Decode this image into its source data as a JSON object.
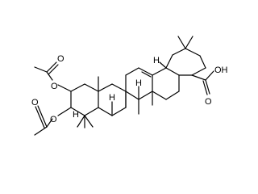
{
  "molecule": {
    "atom_labels": {
      "acetate_upper_carbonyl_o": "O",
      "acetate_upper_ester_o": "O",
      "acetate_lower_carbonyl_o": "O",
      "acetate_lower_ester_o": "O",
      "h_ring_ae": "H",
      "h_ring_b": "H",
      "h_ring_c": "H",
      "h_ring_d": "H",
      "carboxylic_oh": "OH",
      "carboxylic_o": "O"
    }
  }
}
